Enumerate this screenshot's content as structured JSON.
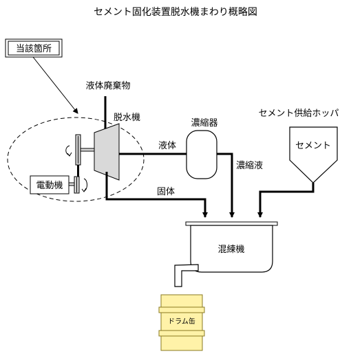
{
  "title": "セメント固化装置脱水機まわり概略図",
  "labels": {
    "location_box": "当該箇所",
    "liquid_waste": "液体廃棄物",
    "dehydrator": "脱水機",
    "concentrator": "濃縮器",
    "cement_hopper": "セメント供給ホッパ",
    "cement": "セメント",
    "liquid": "液体",
    "concentrate": "濃縮液",
    "solid": "固体",
    "motor": "電動機",
    "mixer": "混練機",
    "drum": "ドラム缶"
  },
  "colors": {
    "line": "#000000",
    "machine_fill": "#d9d9d9",
    "drum_fill": "#fff2a8",
    "drum_stroke": "#8a7a20",
    "background": "#ffffff"
  }
}
